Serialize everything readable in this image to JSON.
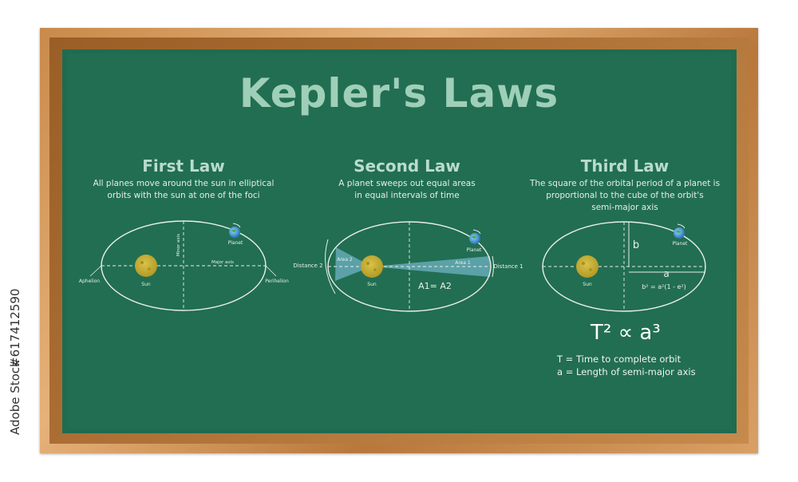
{
  "title": "Kepler's Laws",
  "first": {
    "heading": "First Law",
    "desc_line1": "All planes move around the sun in elliptical",
    "desc_line2": "orbits with the sun at one of the foci",
    "labels": {
      "planet": "Planet",
      "sun": "Sun",
      "minor_axis": "Minor axis",
      "major_axis": "Major axis",
      "aphelion": "Aphelion",
      "perihelion": "Perihelion"
    }
  },
  "second": {
    "heading": "Second Law",
    "desc_line1": "A planet sweeps out equal areas",
    "desc_line2": "in equal intervals of time",
    "labels": {
      "planet": "Planet",
      "sun": "Sun",
      "area2": "Area 2",
      "area1": "Area 1",
      "distance2": "Distance 2",
      "distance1": "Distance 1",
      "equation": "A1= A2"
    }
  },
  "third": {
    "heading": "Third Law",
    "desc_line1": "The square of the orbital period of a planet is",
    "desc_line2": "proportional to the cube of the orbit's",
    "desc_line3": "semi-major axis",
    "labels": {
      "planet": "Planet",
      "sun": "Sun",
      "b": "b",
      "a": "a",
      "relation": "b² = a²(1 - e²)"
    },
    "formula": "T² ∝ a³",
    "legend_t": "T = Time to complete orbit",
    "legend_a": "a = Length of semi-major axis"
  },
  "stock_id": "#617412590",
  "stock_brand": "Adobe Stock",
  "colors": {
    "board": "#226e52",
    "frame": "#c98a4a",
    "title": "#9fcfb8",
    "sun": "#c9b53a",
    "wedge": "#6fb3c4"
  }
}
